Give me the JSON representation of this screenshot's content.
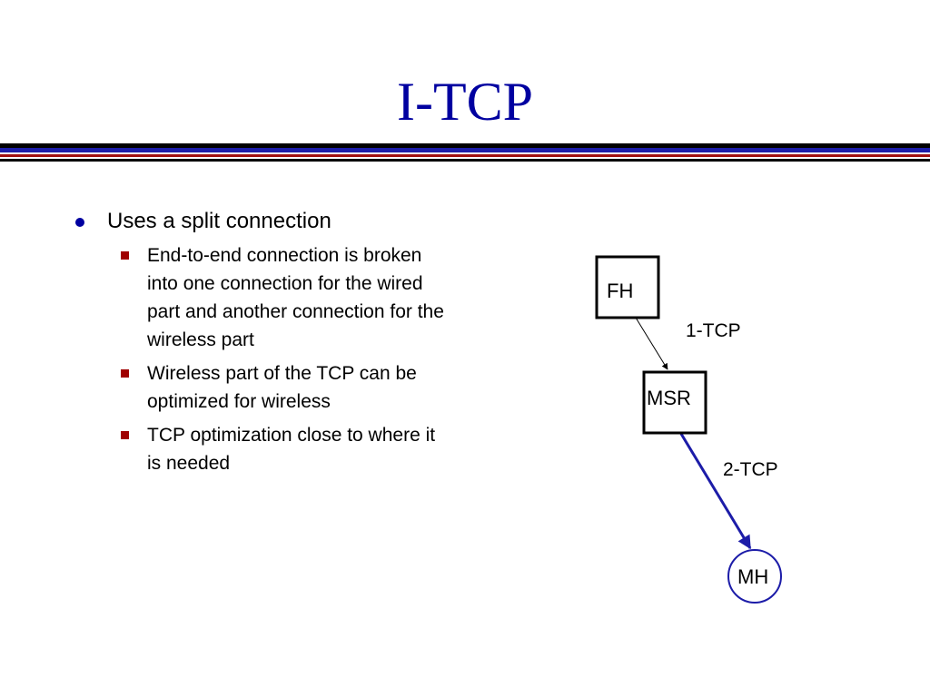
{
  "slide": {
    "title": "I-TCP",
    "bullets": [
      {
        "text": "Uses a split connection",
        "sub": [
          "End-to-end connection is broken into one connection for the wired part and another connection for the wireless part",
          "Wireless part of the TCP can be optimized for wireless",
          "TCP optimization close to where it is needed"
        ]
      }
    ]
  },
  "diagram": {
    "nodes": {
      "fh": "FH",
      "msr": "MSR",
      "mh": "MH"
    },
    "edges": {
      "fh_msr": "1-TCP",
      "msr_mh": "2-TCP"
    },
    "colors": {
      "title": "#0000a0",
      "wireless_link": "#1c1ca8",
      "mh_outline": "#1c1ca8"
    }
  }
}
